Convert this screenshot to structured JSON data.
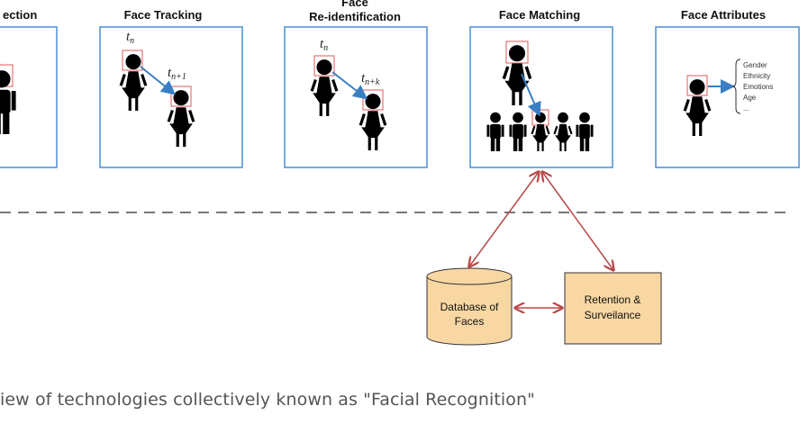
{
  "panels": {
    "detection": {
      "title": "ection"
    },
    "tracking": {
      "title": "Face Tracking",
      "t1": "t",
      "t1_sub": "n",
      "t2": "t",
      "t2_sub": "n+1"
    },
    "reid": {
      "title_line1": "Face",
      "title_line2": "Re-identification",
      "t1": "t",
      "t1_sub": "n",
      "t2": "t",
      "t2_sub": "n+k"
    },
    "matching": {
      "title": "Face Matching"
    },
    "attributes": {
      "title": "Face Attributes",
      "list": [
        "Gender",
        "Ethnicity",
        "Emotions",
        "Age",
        "..."
      ]
    }
  },
  "stores": {
    "database": {
      "line1": "Database of",
      "line2": "Faces"
    },
    "retention": {
      "line1": "Retention &",
      "line2": "Surveilance"
    }
  },
  "caption": "iew of technologies collectively known as \"Facial Recognition\"",
  "colors": {
    "panel_border": "#4a8fd4",
    "face_box": "#e05a5a",
    "blue_arrow": "#3a7fc4",
    "red_arrow": "#b84848",
    "store_fill": "#f8d7a3",
    "dashed_line": "#777777"
  }
}
